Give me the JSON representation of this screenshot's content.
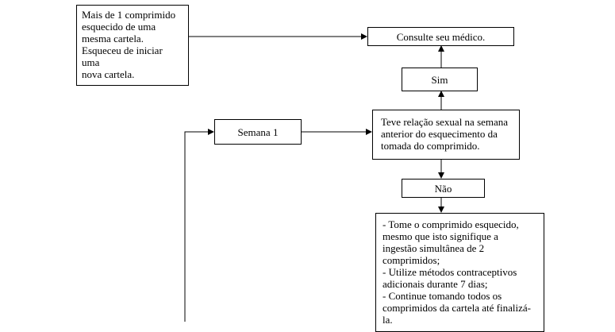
{
  "diagram": {
    "box_missed_multiple": {
      "lines": [
        "Mais de 1 comprimido",
        "esquecido de uma",
        "mesma cartela.",
        "Esqueceu de iniciar",
        "uma",
        "nova cartela."
      ]
    },
    "box_consult": {
      "text": "Consulte seu médico."
    },
    "box_yes": {
      "text": "Sim"
    },
    "box_week1": {
      "text": "Semana 1"
    },
    "box_question": {
      "lines": [
        "Teve relação sexual na semana",
        "anterior do esquecimento da",
        "tomada do comprimido."
      ]
    },
    "box_no": {
      "text": "Não"
    },
    "box_instructions": {
      "lines": [
        "- Tome o comprimido esquecido,",
        "mesmo que isto signifique a",
        "ingestão simultânea de 2",
        "comprimidos;",
        "- Utilize métodos contraceptivos",
        "adicionais durante 7 dias;",
        "- Continue tomando todos os",
        "comprimidos da cartela até finalizá-",
        "la."
      ]
    }
  },
  "colors": {
    "line": "#000000",
    "box_border": "#000000",
    "background": "#ffffff"
  }
}
